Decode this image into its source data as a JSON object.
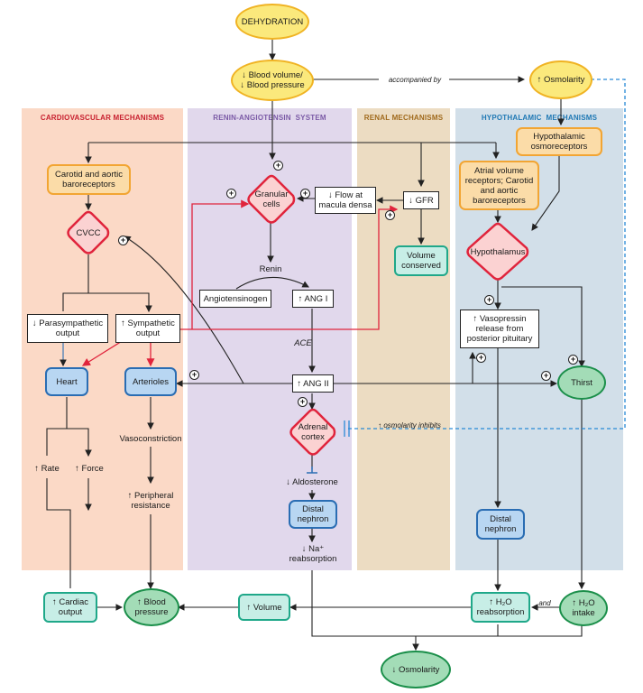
{
  "panels": {
    "cardiovascular": "CARDIOVASCULAR MECHANISMS",
    "renin": "RENIN-ANGIOTENSIN  SYSTEM",
    "renal": "RENAL MECHANISMS",
    "hypothalamic": "HYPOTHALAMIC  MECHANISMS"
  },
  "nodes": {
    "dehydration": "DEHYDRATION",
    "blood_volume": "↓ Blood volume/\n↓ Blood pressure",
    "osmolarity_up": "↑ Osmolarity",
    "hypo_osmoreceptors": "Hypothalamic\nosmoreceptors",
    "carotid_baroreceptors": "Carotid and aortic\nbaroreceptors",
    "atrial_receptors": "Atrial volume\nreceptors; Carotid\nand aortic\nbaroreceptors",
    "cvcc": "CVCC",
    "granular_cells": "Granular\ncells",
    "flow_macula": "↓ Flow at\nmacula densa",
    "gfr": "↓ GFR",
    "volume_conserved": "Volume\nconserved",
    "hypothalamus": "Hypothalamus",
    "renin": "Renin",
    "angiotensinogen": "Angiotensinogen",
    "ang1": "↑ ANG I",
    "ace": "ACE",
    "ang2": "↑ ANG II",
    "parasympathetic": "↓ Parasympathetic\noutput",
    "sympathetic": "↑ Sympathetic\noutput",
    "vasopressin": "↑ Vasopressin\nrelease from\nposterior pituitary",
    "heart": "Heart",
    "arterioles": "Arterioles",
    "thirst": "Thirst",
    "adrenal_cortex": "Adrenal\ncortex",
    "vasoconstriction": "Vasoconstriction",
    "rate": "↑ Rate",
    "force": "↑ Force",
    "peripheral_resistance": "↑ Peripheral\nresistance",
    "aldosterone": "↓ Aldosterone",
    "distal_nephron_1": "Distal\nnephron",
    "distal_nephron_2": "Distal\nnephron",
    "na_reabsorption": "↓ Na⁺\nreabsorption",
    "cardiac_output": "↑ Cardiac\noutput",
    "blood_pressure": "↑ Blood\npressure",
    "volume": "↑ Volume",
    "h2o_reabsorption": "↑ H₂O\nreabsorption",
    "h2o_intake": "↑ H₂O\nintake",
    "osmolarity_down": "↓ Osmolarity"
  },
  "annotations": {
    "accompanied_by": "accompanied by",
    "osmolarity_inhibits": "↑ osmolarity inhibits",
    "and": "and",
    "plus": "+"
  },
  "colors": {
    "cardiovascular_bg": "#fbd9c6",
    "renin_bg": "#e1d8ec",
    "renal_bg": "#ecdcc2",
    "hypothalamic_bg": "#d2dfe9",
    "cardiovascular_title": "#c8202f",
    "renin_title": "#7b5aa6",
    "renal_title": "#a06a1c",
    "hypothalamic_title": "#1f78b4",
    "red_arrow": "#e0243c",
    "blue_dashed": "#2a8ad6"
  }
}
